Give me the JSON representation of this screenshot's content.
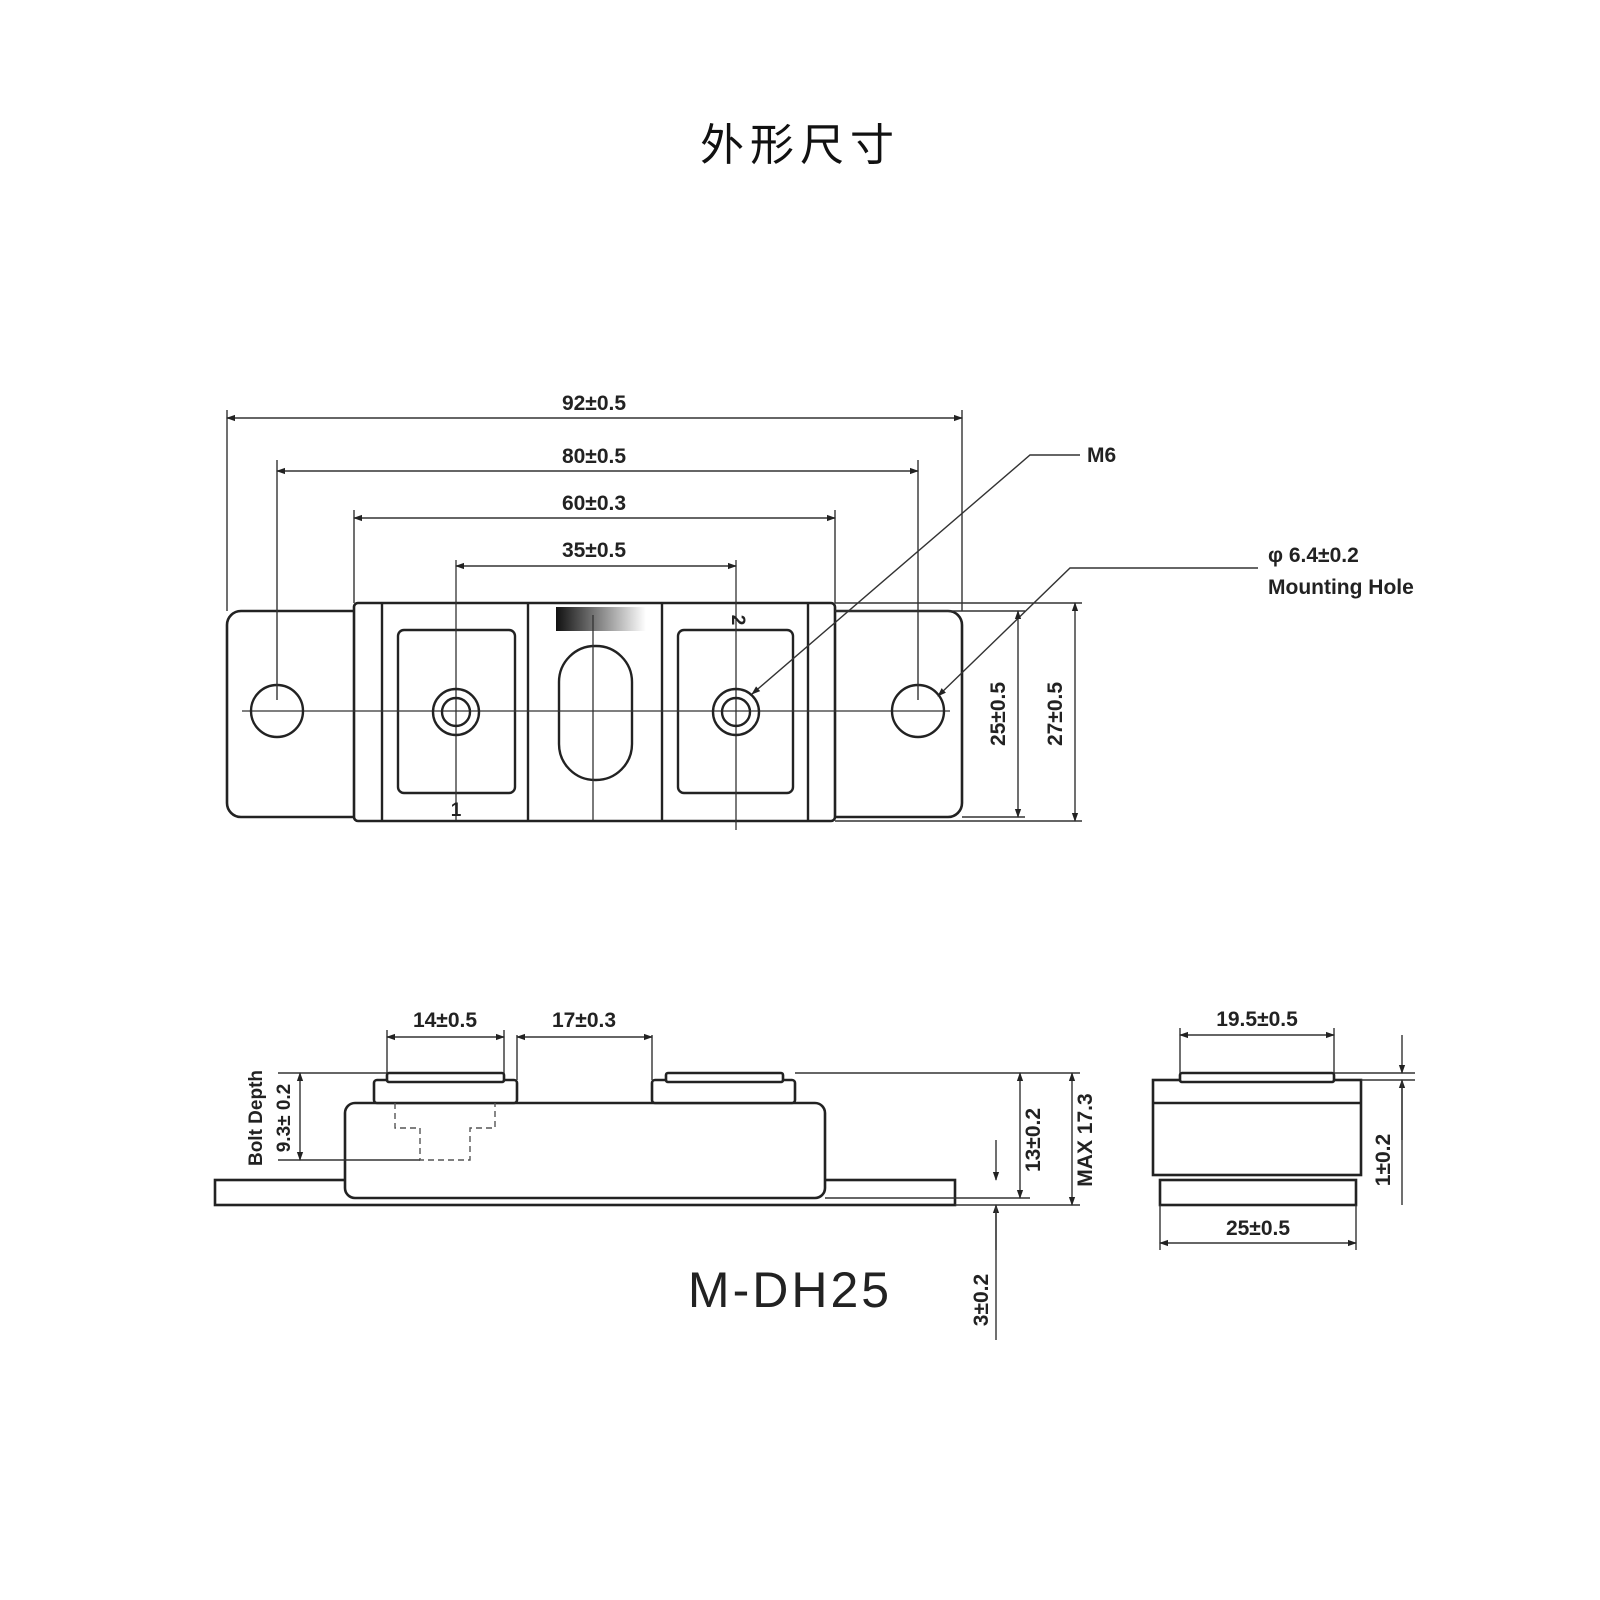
{
  "title": "外形尺寸",
  "model": "M-DH25",
  "top_view": {
    "dim_overall": "92±0.5",
    "dim_holes": "80±0.5",
    "dim_body": "60±0.3",
    "dim_terminals": "35±0.5",
    "callout_thread": "M6",
    "callout_hole_dia": "φ 6.4±0.2",
    "callout_hole_name": "Mounting Hole",
    "dim_height_inner": "25±0.5",
    "dim_height_outer": "27±0.5",
    "terminal_1": "1",
    "terminal_2": "2"
  },
  "side_view": {
    "dim_terminal_width": "14±0.5",
    "dim_terminal_gap": "17±0.3",
    "bolt_depth_label": "Bolt Depth",
    "bolt_depth_value": "9.3± 0.2",
    "dim_body_height": "13±0.2",
    "dim_max_height": "MAX 17.3",
    "dim_base_thickness": "3±0.2"
  },
  "end_view": {
    "dim_top_width": "19.5±0.5",
    "dim_bottom_width": "25±0.5",
    "dim_step": "1±0.2"
  }
}
